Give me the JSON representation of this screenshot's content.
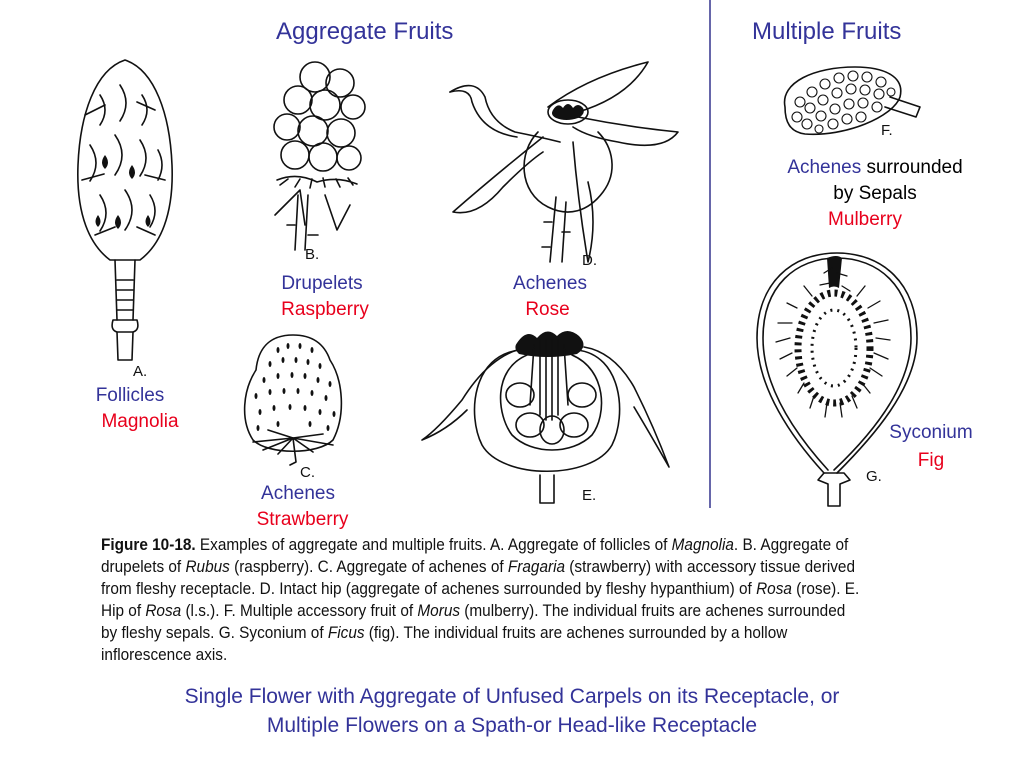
{
  "headings": {
    "aggregate": "Aggregate Fruits",
    "multiple": "Multiple Fruits"
  },
  "figures": [
    {
      "letter": "A.",
      "type": "Follicles",
      "fruit": "Magnolia",
      "icon": "magnolia-follicles-drawing"
    },
    {
      "letter": "B.",
      "type": "Drupelets",
      "fruit": "Raspberry",
      "icon": "raspberry-drupelets-drawing"
    },
    {
      "letter": "C.",
      "type": "Achenes",
      "fruit": "Strawberry",
      "icon": "strawberry-achenes-drawing"
    },
    {
      "letter": "D.",
      "type": "Achenes",
      "fruit": "Rose",
      "icon": "rose-hip-drawing"
    },
    {
      "letter": "E.",
      "type": "",
      "fruit": "",
      "icon": "rose-hip-section-drawing"
    },
    {
      "letter": "F.",
      "type": "Achenes",
      "type_suffix": "surrounded",
      "type_line2": "by Sepals",
      "fruit": "Mulberry",
      "icon": "mulberry-drawing"
    },
    {
      "letter": "G.",
      "type": "Syconium",
      "fruit": "Fig",
      "icon": "fig-syconium-drawing"
    }
  ],
  "caption": {
    "figure_label": "Figure 10-18.",
    "segments": [
      {
        "t": " Examples of aggregate and multiple fruits. A. Aggregate of follicles of ",
        "i": false
      },
      {
        "t": "Magnolia",
        "i": true
      },
      {
        "t": ". B. Aggregate of drupelets of ",
        "i": false
      },
      {
        "t": "Rubus",
        "i": true
      },
      {
        "t": " (raspberry). C. Aggregate of achenes of ",
        "i": false
      },
      {
        "t": "Fragaria",
        "i": true
      },
      {
        "t": " (strawberry) with accessory tissue derived from fleshy receptacle. D. Intact hip (aggregate of achenes surrounded by fleshy hypanthium) of ",
        "i": false
      },
      {
        "t": "Rosa",
        "i": true
      },
      {
        "t": " (rose). E. Hip of ",
        "i": false
      },
      {
        "t": "Rosa",
        "i": true
      },
      {
        "t": " (l.s.). F. Multiple accessory fruit of ",
        "i": false
      },
      {
        "t": "Morus",
        "i": true
      },
      {
        "t": " (mulberry). The individual fruits are achenes surrounded by fleshy sepals. G. Syconium of ",
        "i": false
      },
      {
        "t": "Ficus",
        "i": true
      },
      {
        "t": " (fig). The individual fruits are achenes surrounded by a hollow inflorescence axis.",
        "i": false
      }
    ]
  },
  "footer": {
    "line1": "Single Flower with Aggregate of Unfused Carpels on its Receptacle, or",
    "line2": "Multiple Flowers on a Spath-or Head-like Receptacle"
  },
  "colors": {
    "heading_blue": "#333399",
    "fruit_red": "#e8001c",
    "divider": "#6666aa"
  }
}
